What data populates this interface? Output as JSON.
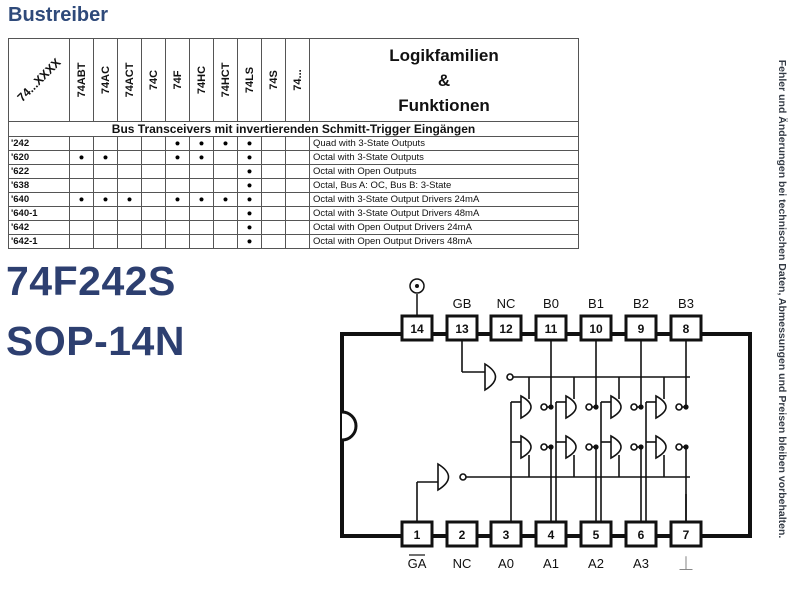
{
  "title": "Bustreiber",
  "side_note": "Fehler und Änderungen bei technischen Daten, Abmessungen und Preisen bleiben vorbehalten.",
  "table": {
    "first_header": "74...XXXX",
    "families": [
      "74ABT",
      "74AC",
      "74ACT",
      "74C",
      "74F",
      "74HC",
      "74HCT",
      "74LS",
      "74S",
      "74..."
    ],
    "func_header": [
      "Logikfamilien",
      "&",
      "Funktionen"
    ],
    "section": "Bus Transceivers mit invertierenden Schmitt-Trigger Eingängen",
    "mark_symbol": "●",
    "rows": [
      {
        "part": "'242",
        "marks": [
          0,
          0,
          0,
          0,
          1,
          1,
          1,
          1,
          0,
          0
        ],
        "desc": "Quad with 3-State Outputs"
      },
      {
        "part": "'620",
        "marks": [
          1,
          1,
          0,
          0,
          1,
          1,
          0,
          1,
          0,
          0
        ],
        "desc": "Octal with 3-State Outputs"
      },
      {
        "part": "'622",
        "marks": [
          0,
          0,
          0,
          0,
          0,
          0,
          0,
          1,
          0,
          0
        ],
        "desc": "Octal with Open Outputs"
      },
      {
        "part": "'638",
        "marks": [
          0,
          0,
          0,
          0,
          0,
          0,
          0,
          1,
          0,
          0
        ],
        "desc": "Octal, Bus A: OC, Bus B: 3-State"
      },
      {
        "part": "'640",
        "marks": [
          1,
          1,
          1,
          0,
          1,
          1,
          1,
          1,
          0,
          0
        ],
        "desc": "Octal with 3-State Output Drivers 24mA"
      },
      {
        "part": "'640-1",
        "marks": [
          0,
          0,
          0,
          0,
          0,
          0,
          0,
          1,
          0,
          0
        ],
        "desc": "Octal with 3-State Output Drivers 48mA"
      },
      {
        "part": "'642",
        "marks": [
          0,
          0,
          0,
          0,
          0,
          0,
          0,
          1,
          0,
          0
        ],
        "desc": "Octal with Open Output Drivers 24mA"
      },
      {
        "part": "'642-1",
        "marks": [
          0,
          0,
          0,
          0,
          0,
          0,
          0,
          1,
          0,
          0
        ],
        "desc": "Octal with Open Output Drivers 48mA"
      }
    ]
  },
  "part_number": "74F242S",
  "package": "SOP-14N",
  "chip": {
    "top_pins": [
      {
        "num": "14",
        "label": "⊕"
      },
      {
        "num": "13",
        "label": "GB"
      },
      {
        "num": "12",
        "label": "NC"
      },
      {
        "num": "11",
        "label": "B0"
      },
      {
        "num": "10",
        "label": "B1"
      },
      {
        "num": "9",
        "label": "B2"
      },
      {
        "num": "8",
        "label": "B3"
      }
    ],
    "bottom_pins": [
      {
        "num": "1",
        "label": "GA"
      },
      {
        "num": "2",
        "label": "NC"
      },
      {
        "num": "3",
        "label": "A0"
      },
      {
        "num": "4",
        "label": "A1"
      },
      {
        "num": "5",
        "label": "A2"
      },
      {
        "num": "6",
        "label": "A3"
      },
      {
        "num": "7",
        "label": "⏊"
      }
    ]
  }
}
